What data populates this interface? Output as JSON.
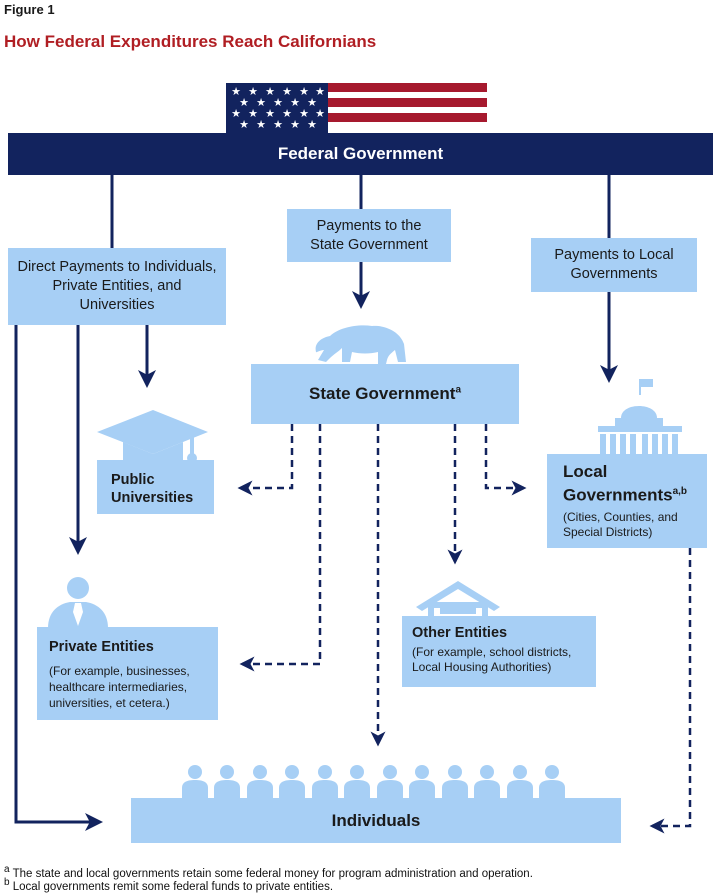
{
  "figure_label": "Figure 1",
  "title": "How Federal Expenditures Reach Californians",
  "nodes": {
    "federal": "Federal Government",
    "direct_payments": "Direct Payments to Individuals, Private Entities, and Universities",
    "payments_state": "Payments to the State Government",
    "payments_local": "Payments to Local Governments",
    "state_gov": "State Government",
    "state_gov_sup": "a",
    "public_universities": "Public Universities",
    "local_gov": "Local Governments",
    "local_gov_sup": "a,b",
    "local_gov_note": "(Cities, Counties, and Special Districts)",
    "private_entities": "Private Entities",
    "private_entities_note": "(For example, businesses, healthcare intermediaries, universities, et cetera.)",
    "other_entities": "Other Entities",
    "other_entities_note": "(For example, school districts, Local Housing Authorities)",
    "individuals": "Individuals"
  },
  "footnotes": {
    "a_mark": "a",
    "a_text": "The state and local governments retain some federal money for program administration and operation.",
    "b_mark": "b",
    "b_text": "Local governments remit some federal funds to private entities."
  },
  "colors": {
    "navy": "#12235e",
    "light_blue": "#a7cff5",
    "flag_red": "#a6192e",
    "title_red": "#b01e23"
  }
}
